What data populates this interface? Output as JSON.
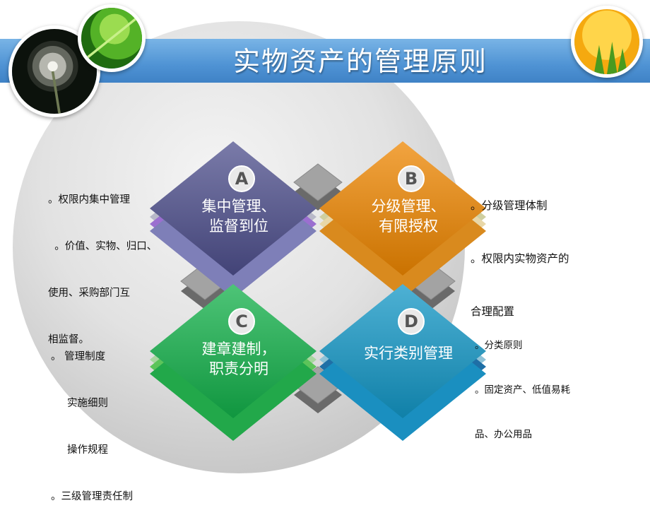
{
  "title": "实物资产的管理原则",
  "colors": {
    "banner": "#4f93d4",
    "diamond_a": "#4e4f8c",
    "diamond_b": "#ee8600",
    "diamond_c": "#13b04a",
    "diamond_d": "#1397c6",
    "connector": "#9e9e9e"
  },
  "photos": [
    "dandelion-photo",
    "green-leaf-photo",
    "yellow-tulip-photo"
  ],
  "diamonds": [
    {
      "letter": "A",
      "line1": "集中管理、",
      "line2": "监督到位"
    },
    {
      "letter": "B",
      "line1": "分级管理、",
      "line2": "有限授权"
    },
    {
      "letter": "C",
      "line1": "建章建制，",
      "line2": "职责分明"
    },
    {
      "letter": "D",
      "line1": "实行类别管理",
      "line2": ""
    }
  ],
  "notes": {
    "a": [
      "。权限内集中管理",
      "  。价值、实物、归口、",
      "使用、采购部门互",
      "相监督。"
    ],
    "b": [
      "。分级管理体制",
      "。权限内实物资产的",
      "合理配置"
    ],
    "c": [
      "。 管理制度",
      "     实施细则",
      "     操作规程",
      "。三级管理责任制"
    ],
    "d": [
      "。分类原则",
      "。固定资产、低值易耗",
      "品、办公用品"
    ]
  }
}
